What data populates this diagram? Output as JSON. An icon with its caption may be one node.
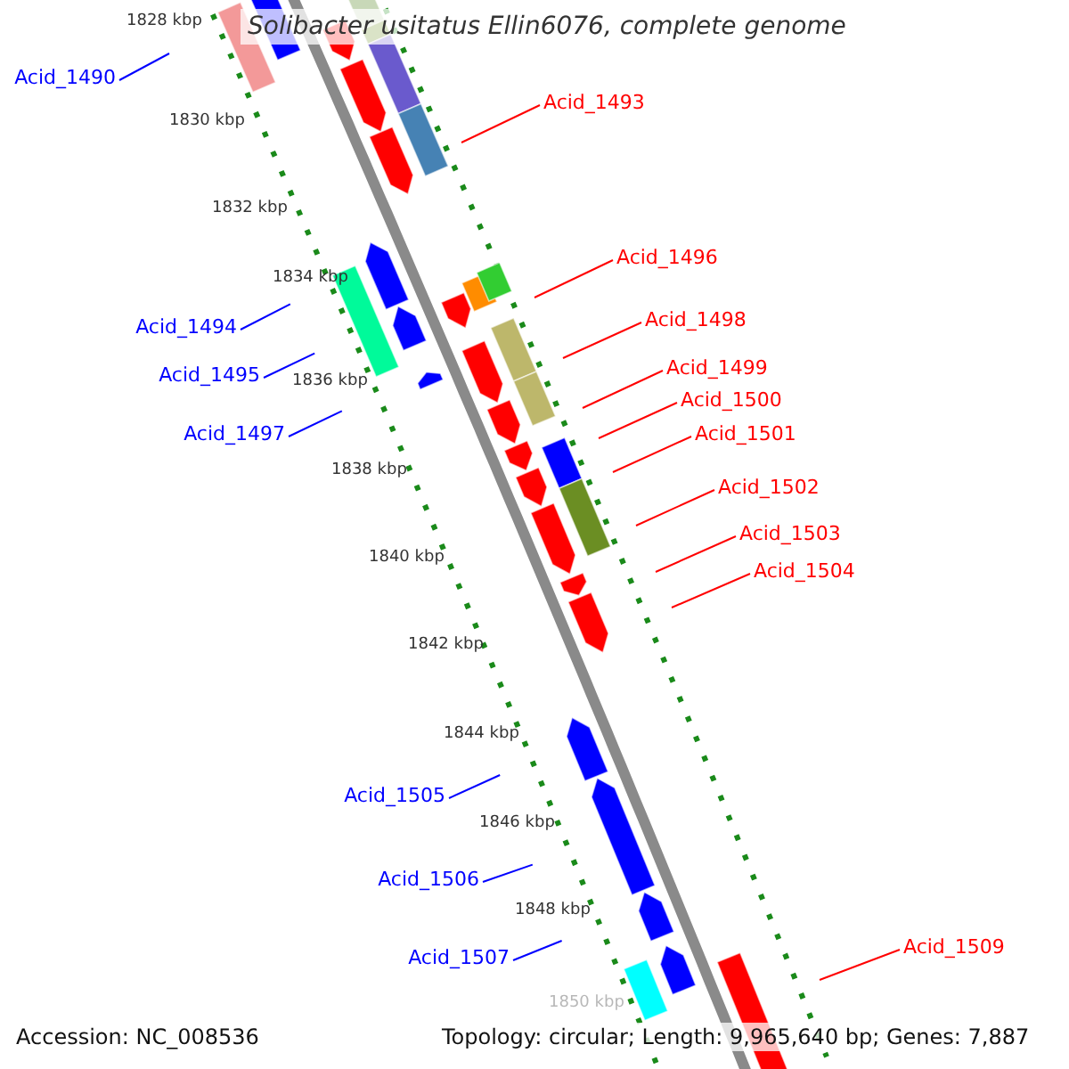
{
  "diagram": {
    "title": "Solibacter usitatus Ellin6076, complete genome",
    "nodes": [
      {
        "text": [
          "Acid_1490"
        ]
      },
      {
        "text": [
          "Acid_1493"
        ]
      },
      {
        "text": [
          "Acid_1496"
        ]
      },
      {
        "text": [
          "Acid_1498"
        ]
      },
      {
        "text": [
          "Acid_1494"
        ]
      },
      {
        "text": [
          "Acid_1499"
        ]
      },
      {
        "text": [
          "Acid_1495"
        ]
      },
      {
        "text": [
          "Acid_1500"
        ]
      },
      {
        "text": [
          "Acid_1497"
        ]
      },
      {
        "text": [
          "Acid_1501"
        ]
      },
      {
        "text": [
          "Acid_1502"
        ]
      },
      {
        "text": [
          "Acid_1503"
        ]
      },
      {
        "text": [
          "Acid_1504"
        ]
      },
      {
        "text": [
          "Acid_1505"
        ]
      },
      {
        "text": [
          "Acid_1506"
        ]
      },
      {
        "text": [
          "Acid_1509"
        ]
      },
      {
        "text": [
          "Acid_1507"
        ]
      }
    ],
    "edges": [
      {
        "from": 0,
        "to": null,
        "arrow": "none",
        "color": "#0000ff"
      },
      {
        "from": 1,
        "to": null,
        "arrow": "none"
      },
      {
        "from": 2,
        "to": null,
        "arrow": "none"
      },
      {
        "from": 3,
        "to": null,
        "arrow": "none"
      },
      {
        "from": 4,
        "to": null,
        "arrow": "none",
        "color": "#0000ff"
      },
      {
        "from": 5,
        "to": null,
        "arrow": "none"
      },
      {
        "from": 6,
        "to": null,
        "arrow": "none",
        "color": "#0000ff"
      },
      {
        "from": 7,
        "to": null,
        "arrow": "none"
      },
      {
        "from": 8,
        "to": null,
        "arrow": "none",
        "color": "#0000ff"
      },
      {
        "from": 9,
        "to": null,
        "arrow": "none"
      },
      {
        "from": 10,
        "to": null,
        "arrow": "none"
      },
      {
        "from": 11,
        "to": null,
        "arrow": "none"
      },
      {
        "from": 12,
        "to": null,
        "arrow": "none"
      },
      {
        "from": 13,
        "to": null,
        "arrow": "none",
        "color": "#0000ff"
      },
      {
        "from": 14,
        "to": null,
        "arrow": "none",
        "color": "#0000ff"
      },
      {
        "from": 15,
        "to": null,
        "arrow": "none"
      },
      {
        "from": 16,
        "to": null,
        "arrow": "none",
        "color": "#0000ff"
      }
    ],
    "labels": [
      "1828 kbp",
      "1830 kbp",
      "1832 kbp",
      "1834 kbp",
      "1836 kbp",
      "1838 kbp",
      "1840 kbp",
      "1842 kbp",
      "1844 kbp",
      "1846 kbp",
      "1848 kbp",
      "1850 kbp",
      "Accession: NC_008536",
      "Topology: circular; Length: 9,965,640 bp; Genes: 7,887"
    ]
  }
}
